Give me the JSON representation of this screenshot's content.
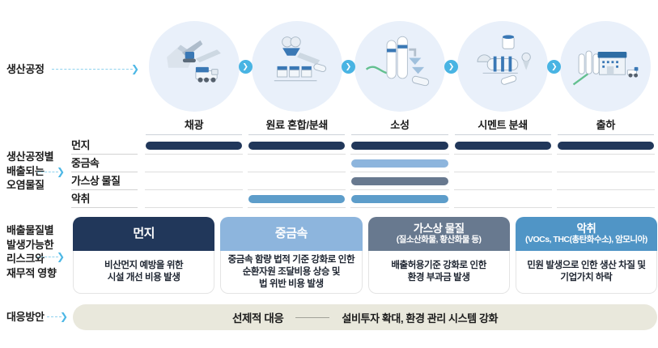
{
  "colors": {
    "navy": "#21375a",
    "light_blue": "#8db5dd",
    "slate": "#68798f",
    "blue_header": "#5095c6",
    "odor_bar": "#5d9dca",
    "circle_bg": "#e9f0fa",
    "arrow_blue": "#49b4e3",
    "beige": "#e9e8dc",
    "green_accent": "#63c08f"
  },
  "side_labels": {
    "process": "생산공정",
    "emissions": "생산공정별\n배출되는\n오염물질",
    "risks": "배출물질별\n발생가능한\n리스크와\n재무적 영향",
    "response": "대응방안"
  },
  "process_steps": [
    {
      "label": "채광",
      "icon": "mining-icon"
    },
    {
      "label": "원료 혼합/분쇄",
      "icon": "mixing-crushing-icon"
    },
    {
      "label": "소성",
      "icon": "calcination-icon"
    },
    {
      "label": "시멘트 분쇄",
      "icon": "cement-grinding-icon"
    },
    {
      "label": "출하",
      "icon": "shipping-icon"
    }
  ],
  "next_arrow_glyph": "❯",
  "emission_rows": [
    {
      "label": "먼지",
      "color": "#21375a",
      "bars": [
        1,
        1,
        1,
        1,
        1
      ]
    },
    {
      "label": "중금속",
      "color": "#8db5dd",
      "bars": [
        0,
        0,
        1,
        0,
        0
      ]
    },
    {
      "label": "가스상 물질",
      "color": "#68798f",
      "bars": [
        0,
        0,
        1,
        0,
        0
      ]
    },
    {
      "label": "악취",
      "color": "#5d9dca",
      "bars": [
        0,
        1,
        1,
        0,
        0
      ]
    }
  ],
  "risk_cards": [
    {
      "title": "먼지",
      "subtitle": "",
      "header_color": "#21375a",
      "body": "비산먼지 예방을 위한\n시설 개선 비용 발생"
    },
    {
      "title": "중금속",
      "subtitle": "",
      "header_color": "#8db5dd",
      "body": "중금속 함량 법적 기준 강화로 인한\n순환자원 조달비용 상승 및\n법 위반 비용 발생"
    },
    {
      "title": "가스상 물질",
      "subtitle": "(질소산화물, 황산화물 등)",
      "header_color": "#68798f",
      "body": "배출허용기준 강화로 인한\n환경 부과금 발생"
    },
    {
      "title": "악취",
      "subtitle": "(VOCs, THC(총탄화수소), 암모니아)",
      "header_color": "#5095c6",
      "body": "민원 발생으로 인한 생산 차질 및\n기업가치 하락"
    }
  ],
  "response_bar": {
    "bold_label": "선제적 대응",
    "description": "설비투자 확대, 환경 관리 시스템 강화"
  }
}
